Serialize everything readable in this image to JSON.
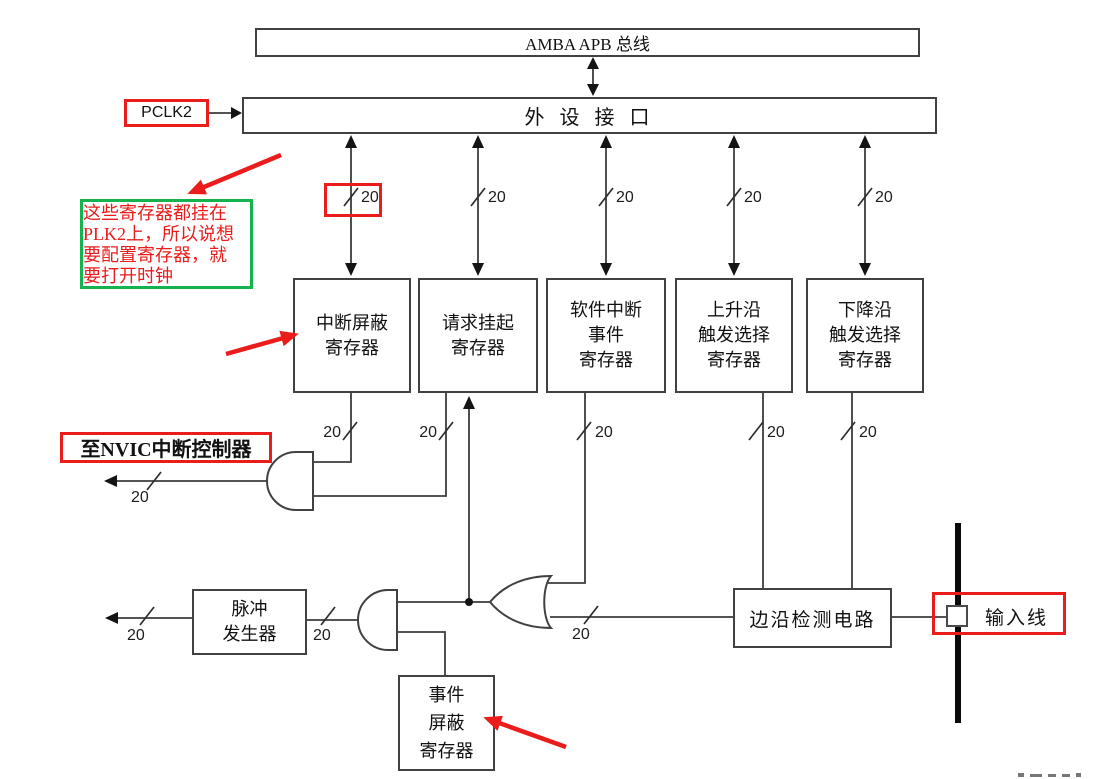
{
  "bus": {
    "label": "AMBA APB 总线"
  },
  "peripheral": {
    "label": "外 设 接 口"
  },
  "pclk": {
    "label": "PCLK2"
  },
  "note": {
    "line1": "这些寄存器都挂在",
    "line2": "PLK2上，所以说想",
    "line3": "要配置寄存器，就",
    "line4": "要打开时钟"
  },
  "registers": [
    {
      "id": "interrupt-mask",
      "lines": [
        "中断屏蔽",
        "寄存器"
      ]
    },
    {
      "id": "request-pending",
      "lines": [
        "请求挂起",
        "寄存器"
      ]
    },
    {
      "id": "software-interrupt-event",
      "lines": [
        "软件中断",
        "事件",
        "寄存器"
      ]
    },
    {
      "id": "rising-edge-trigger-select",
      "lines": [
        "上升沿",
        "触发选择",
        "寄存器"
      ]
    },
    {
      "id": "falling-edge-trigger-select",
      "lines": [
        "下降沿",
        "触发选择",
        "寄存器"
      ]
    }
  ],
  "nvic": {
    "label": "至NVIC中断控制器"
  },
  "pulse_generator": {
    "line1": "脉冲",
    "line2": "发生器"
  },
  "event_mask": {
    "line1": "事件",
    "line2": "屏蔽",
    "line3": "寄存器"
  },
  "edge_detect": {
    "label": "边沿检测电路"
  },
  "input_line": {
    "label": "输入线"
  },
  "bus_width": "20",
  "colors": {
    "annotation_red": "#ea1c1c",
    "annotation_green": "#14b34e",
    "line_gray": "#3c3c3c"
  }
}
